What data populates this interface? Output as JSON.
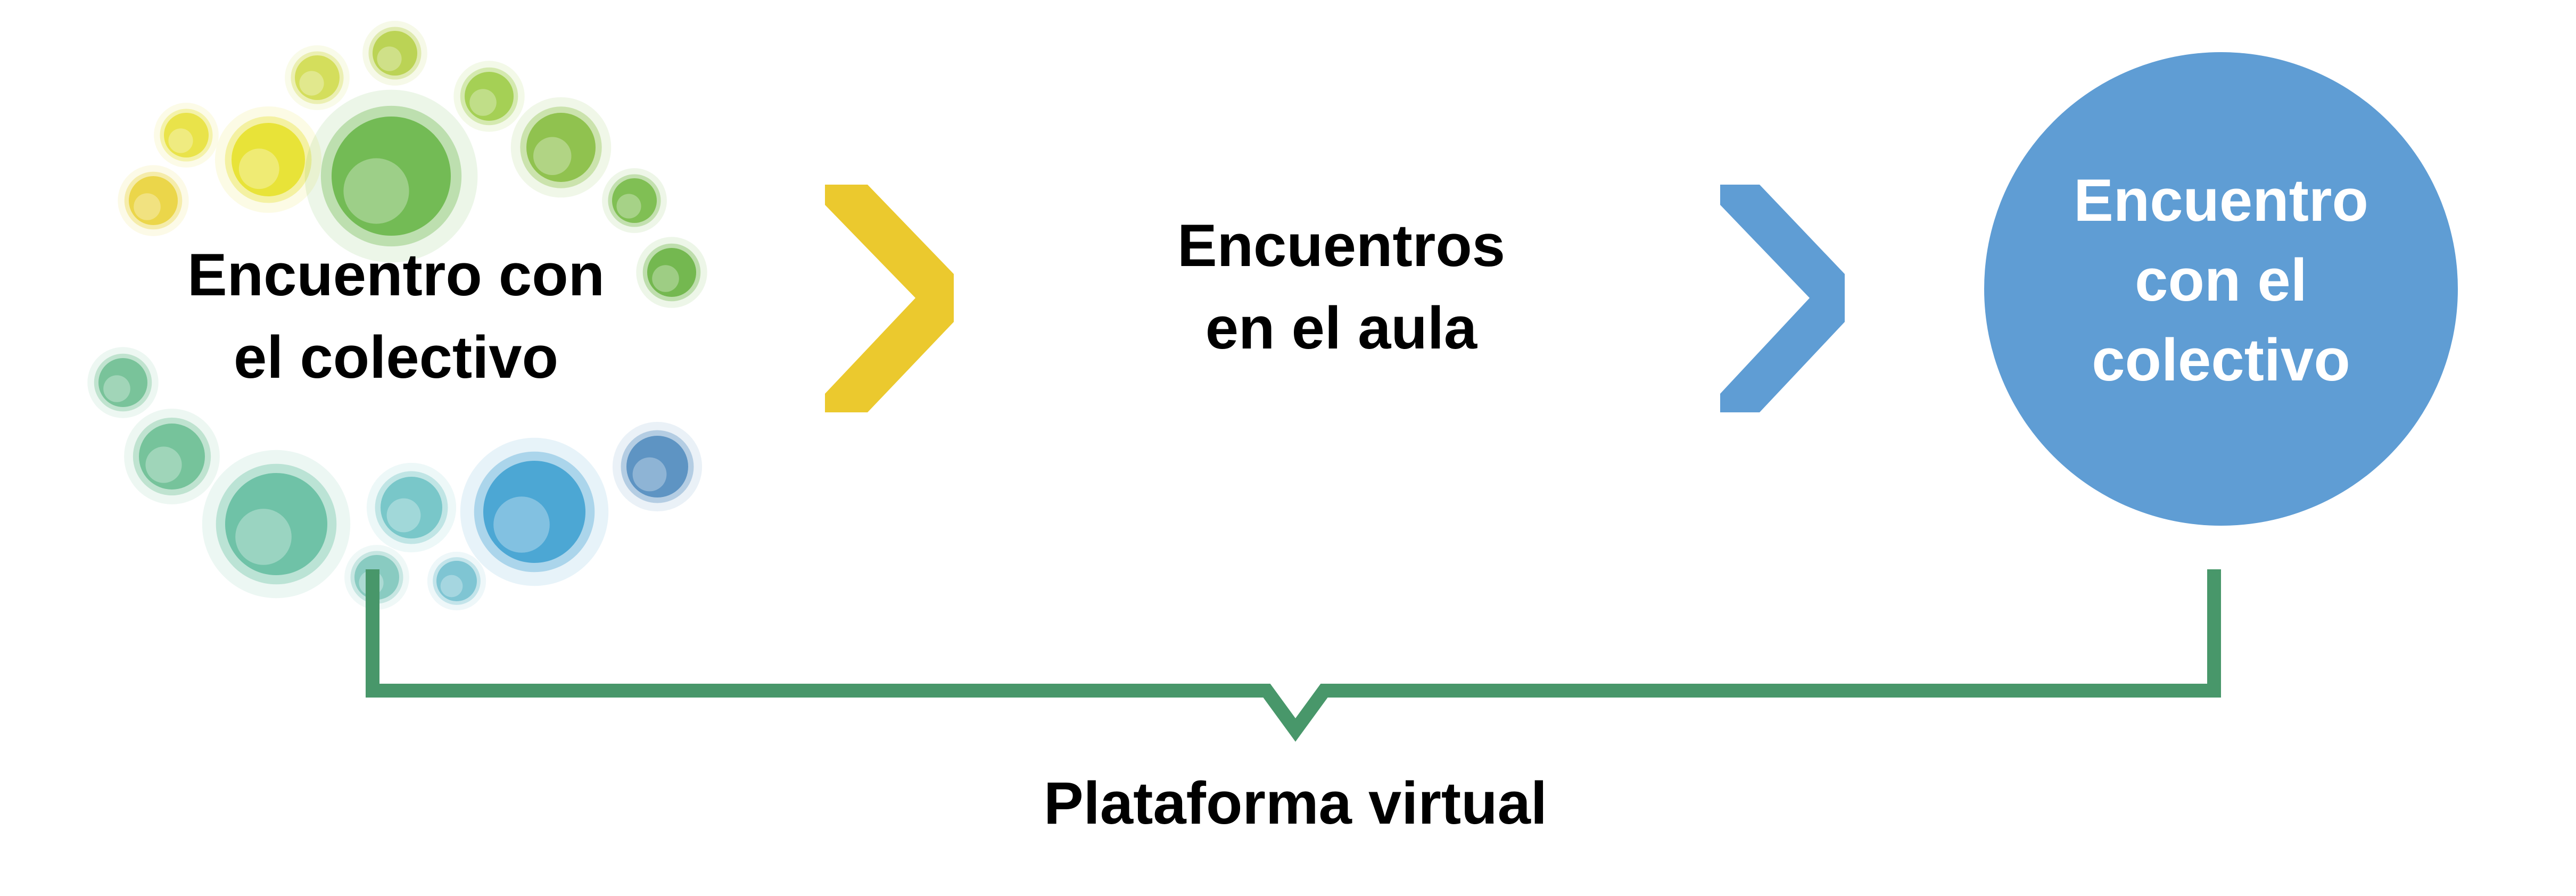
{
  "left_node": {
    "line1": "Encuentro con",
    "line2": "el colectivo"
  },
  "middle_node": {
    "line1": "Encuentros",
    "line2": "en el aula"
  },
  "right_node": {
    "line1": "Encuentro",
    "line2": "con el",
    "line3": "colectivo"
  },
  "bracket_label": "Plataforma virtual",
  "colors": {
    "chevron_1": "#ebc92e",
    "chevron_2": "#5f9dd4",
    "circle": "#5f9dd4",
    "bracket": "#48976a"
  },
  "bubble_palette": [
    "#e9d23a",
    "#e6e13a",
    "#e5e026",
    "#d0da4c",
    "#b5cf45",
    "#66b545",
    "#9ccb45",
    "#86bc3e",
    "#74b844",
    "#67b23f",
    "#6cbd90",
    "#69bd92",
    "#62bc9f",
    "#6cc2c4",
    "#7ec6bb",
    "#73c0cf",
    "#3b9fd0",
    "#4f89bd"
  ]
}
